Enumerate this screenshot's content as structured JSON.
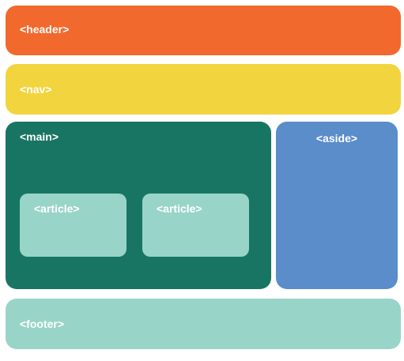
{
  "colors": {
    "header": "#F2692E",
    "nav": "#F2D43F",
    "main": "#187563",
    "aside": "#5A8DCA",
    "article": "#98D5C8",
    "footer": "#98D5C8",
    "text": "#FFFFFF"
  },
  "blocks": {
    "header": {
      "label": "<header>"
    },
    "nav": {
      "label": "<nav>"
    },
    "main": {
      "label": "<main>",
      "articles": [
        {
          "label": "<article>"
        },
        {
          "label": "<article>"
        }
      ]
    },
    "aside": {
      "label": "<aside>"
    },
    "footer": {
      "label": "<footer>"
    }
  }
}
